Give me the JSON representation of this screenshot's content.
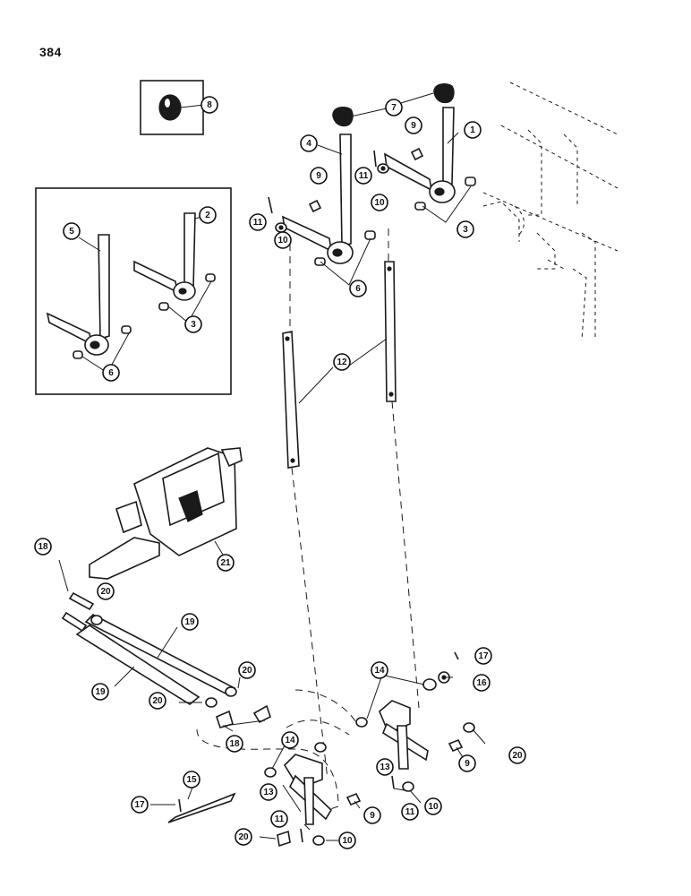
{
  "page": {
    "number": "384"
  },
  "callouts": [
    {
      "id": "c1",
      "label": "1"
    },
    {
      "id": "c2",
      "label": "2"
    },
    {
      "id": "c3a",
      "label": "3"
    },
    {
      "id": "c3b",
      "label": "3"
    },
    {
      "id": "c4",
      "label": "4"
    },
    {
      "id": "c5",
      "label": "5"
    },
    {
      "id": "c6a",
      "label": "6"
    },
    {
      "id": "c6b",
      "label": "6"
    },
    {
      "id": "c7",
      "label": "7"
    },
    {
      "id": "c8",
      "label": "8"
    },
    {
      "id": "c9a",
      "label": "9"
    },
    {
      "id": "c9b",
      "label": "9"
    },
    {
      "id": "c9c",
      "label": "9"
    },
    {
      "id": "c9d",
      "label": "9"
    },
    {
      "id": "c10a",
      "label": "10"
    },
    {
      "id": "c10b",
      "label": "10"
    },
    {
      "id": "c10c",
      "label": "10"
    },
    {
      "id": "c10d",
      "label": "10"
    },
    {
      "id": "c11a",
      "label": "11"
    },
    {
      "id": "c11b",
      "label": "11"
    },
    {
      "id": "c11c",
      "label": "11"
    },
    {
      "id": "c11d",
      "label": "11"
    },
    {
      "id": "c12",
      "label": "12"
    },
    {
      "id": "c13a",
      "label": "13"
    },
    {
      "id": "c13b",
      "label": "13"
    },
    {
      "id": "c14a",
      "label": "14"
    },
    {
      "id": "c14b",
      "label": "14"
    },
    {
      "id": "c15",
      "label": "15"
    },
    {
      "id": "c16",
      "label": "16"
    },
    {
      "id": "c17a",
      "label": "17"
    },
    {
      "id": "c17b",
      "label": "17"
    },
    {
      "id": "c18a",
      "label": "18"
    },
    {
      "id": "c18b",
      "label": "18"
    },
    {
      "id": "c19a",
      "label": "19"
    },
    {
      "id": "c19b",
      "label": "19"
    },
    {
      "id": "c20a",
      "label": "20"
    },
    {
      "id": "c20b",
      "label": "20"
    },
    {
      "id": "c20c",
      "label": "20"
    },
    {
      "id": "c20d",
      "label": "20"
    },
    {
      "id": "c20e",
      "label": "20"
    },
    {
      "id": "c21",
      "label": "21"
    }
  ]
}
